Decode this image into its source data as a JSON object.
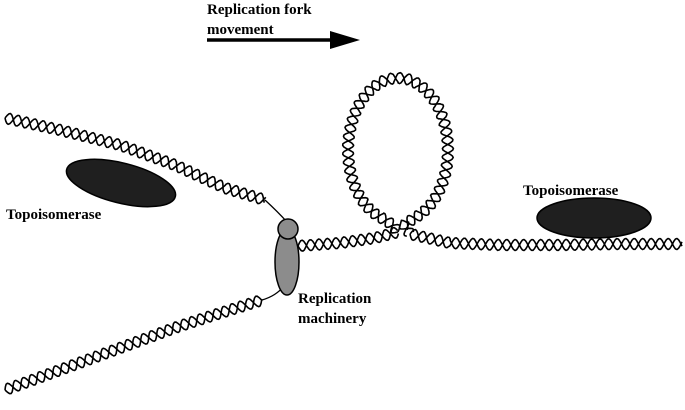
{
  "labels": {
    "fork_movement_line1": "Replication fork",
    "fork_movement_line2": "movement",
    "topoisomerase_left": "Topoisomerase",
    "topoisomerase_right": "Topoisomerase",
    "machinery_line1": "Replication",
    "machinery_line2": "machinery"
  },
  "colors": {
    "ink": "#000000",
    "topoisomerase_fill": "#1f1f1f",
    "machinery_fill": "#8c8c8c"
  }
}
